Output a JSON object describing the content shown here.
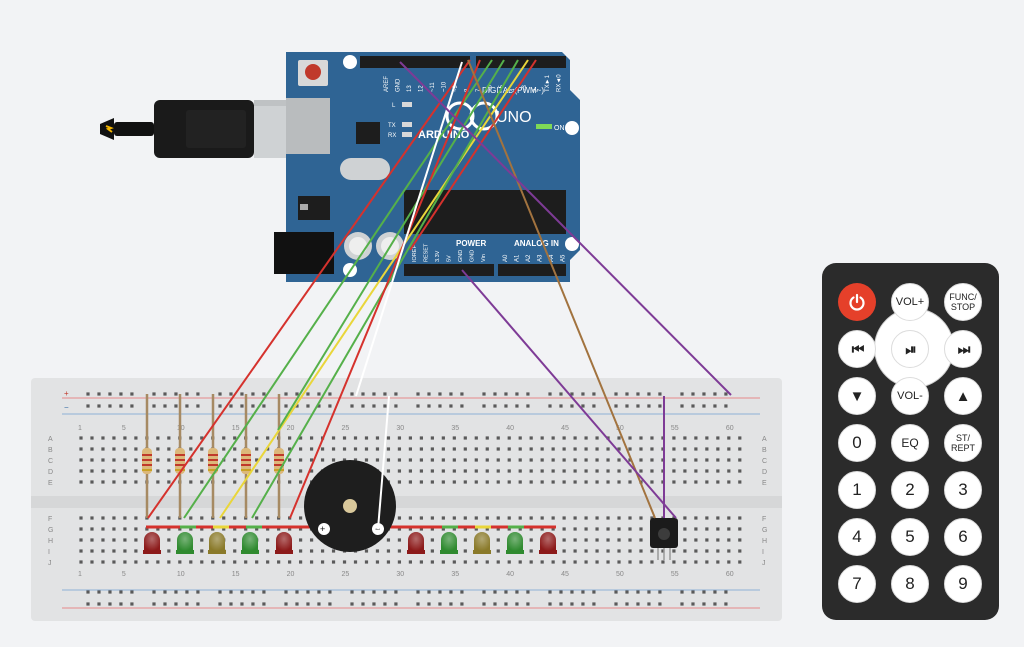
{
  "colors": {
    "background": "#f2f3f5",
    "board": "#2f6494",
    "breadboard": "#e2e3e4",
    "wire_red": "#d5322d",
    "wire_green": "#55b04a",
    "wire_yellow": "#e9d63a",
    "wire_brown": "#a2733f",
    "wire_purple": "#7e3b96",
    "wire_white": "#ffffff",
    "power_button": "#e5402a"
  },
  "arduino": {
    "brand": "ARDUINO",
    "model": "UNO",
    "on_label": "ON",
    "digital_header": "DIGITAL (PWM~)",
    "power_header": "POWER",
    "analog_header": "ANALOG IN",
    "led_labels": [
      "L",
      "TX",
      "RX"
    ],
    "top_pins": [
      "AREF",
      "GND",
      "13",
      "12",
      "~11",
      "~10",
      "~9",
      "8",
      "7",
      "~6",
      "~5",
      "4",
      "~3",
      "2",
      "TX►1",
      "RX◄0"
    ],
    "power_pins": [
      "IOREF",
      "RESET",
      "3.3V",
      "5V",
      "GND",
      "GND",
      "Vin"
    ],
    "analog_pins": [
      "A0",
      "A1",
      "A2",
      "A3",
      "A4",
      "A5"
    ]
  },
  "breadboard": {
    "row_letters_top": [
      "A",
      "B",
      "C",
      "D",
      "E"
    ],
    "row_letters_bottom": [
      "F",
      "G",
      "H",
      "I",
      "J"
    ],
    "column_numbers": [
      "1",
      "5",
      "10",
      "15",
      "20",
      "25",
      "30",
      "35",
      "40",
      "45",
      "50",
      "55",
      "60"
    ],
    "rail_plus": "+",
    "rail_minus": "−"
  },
  "buzzer": {
    "plus": "+",
    "minus": "−"
  },
  "remote": {
    "power_icon": "power-icon",
    "top_row": [
      "VOL+",
      "FUNC/\nSTOP"
    ],
    "middle_row": [
      "⏮",
      "⏯",
      "⏭"
    ],
    "lower_row": [
      "▼",
      "VOL-",
      "▲"
    ],
    "misc_row": [
      "0",
      "EQ",
      "ST/\nREPT"
    ],
    "digits": [
      "1",
      "2",
      "3",
      "4",
      "5",
      "6",
      "7",
      "8",
      "9"
    ]
  }
}
